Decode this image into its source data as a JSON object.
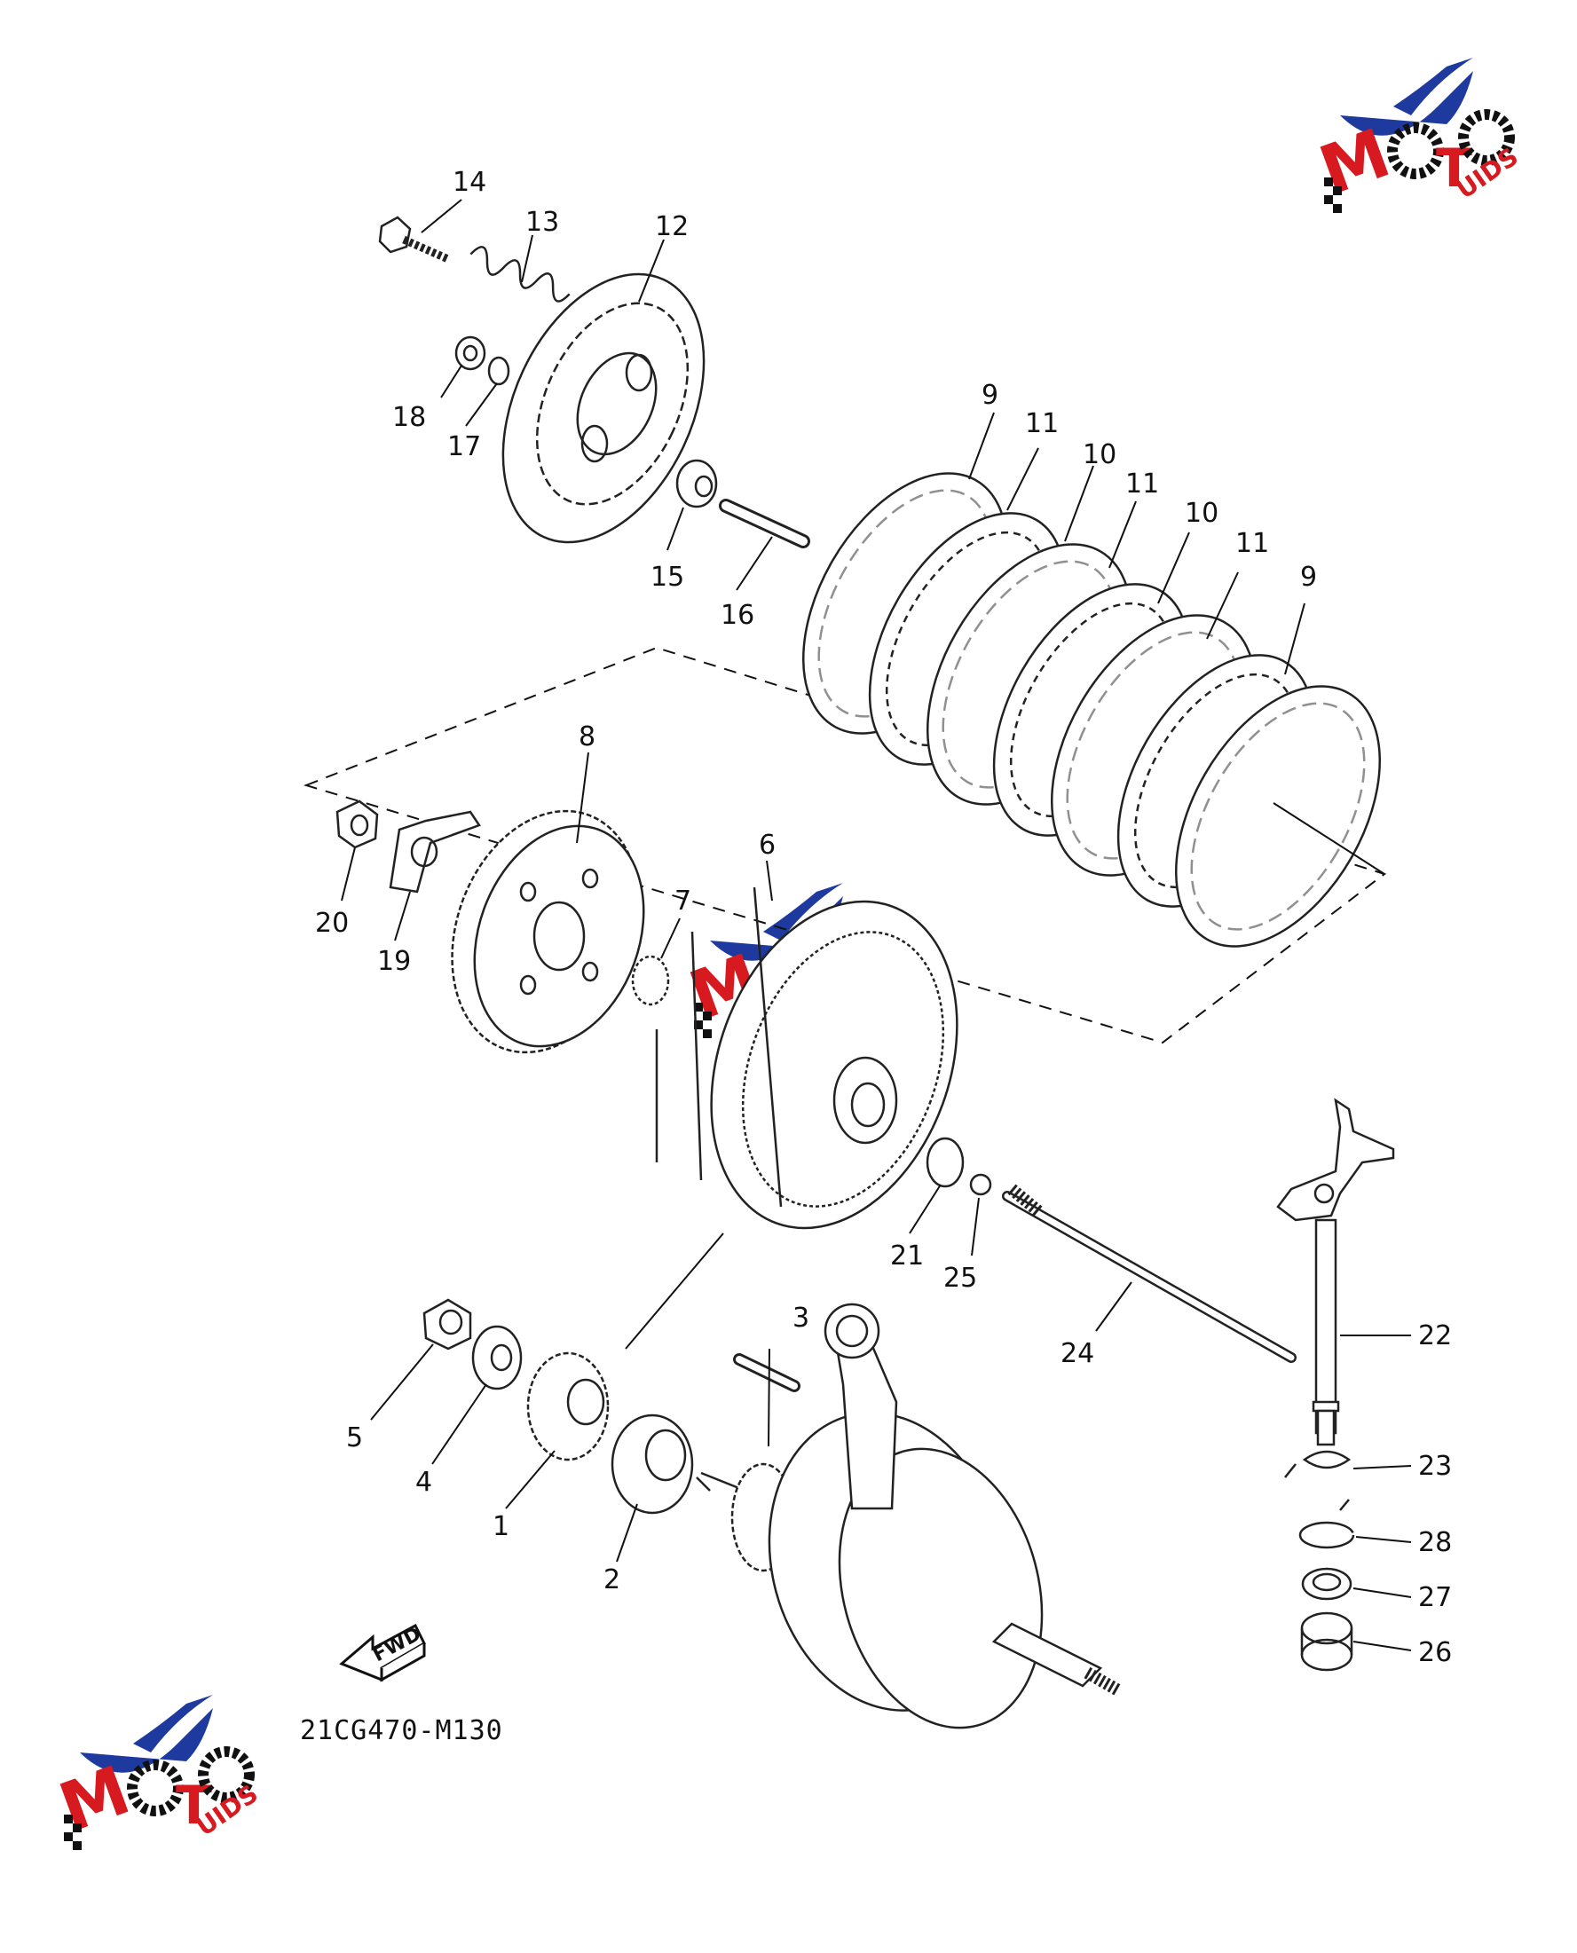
{
  "diagram": {
    "code": "21CG470-M130",
    "fwd_label": "FWD",
    "colors": {
      "ink": "#111111",
      "brand_blue": "#1f3a9e",
      "brand_red": "#d71920",
      "brand_black": "#111111"
    }
  },
  "labels": {
    "p1": "1",
    "p2": "2",
    "p3": "3",
    "p4": "4",
    "p5": "5",
    "p6": "6",
    "p7": "7",
    "p8": "8",
    "p9a": "9",
    "p9b": "9",
    "p10a": "10",
    "p10b": "10",
    "p11a": "11",
    "p11b": "11",
    "p11c": "11",
    "p12": "12",
    "p13": "13",
    "p14": "14",
    "p15": "15",
    "p16": "16",
    "p17": "17",
    "p18": "18",
    "p19": "19",
    "p20": "20",
    "p21": "21",
    "p22": "22",
    "p23": "23",
    "p24": "24",
    "p25": "25",
    "p26": "26",
    "p27": "27",
    "p28": "28"
  },
  "watermark": {
    "main": "MOTO",
    "suffix": "UIDS",
    "icon": "moto-guids-logo"
  }
}
